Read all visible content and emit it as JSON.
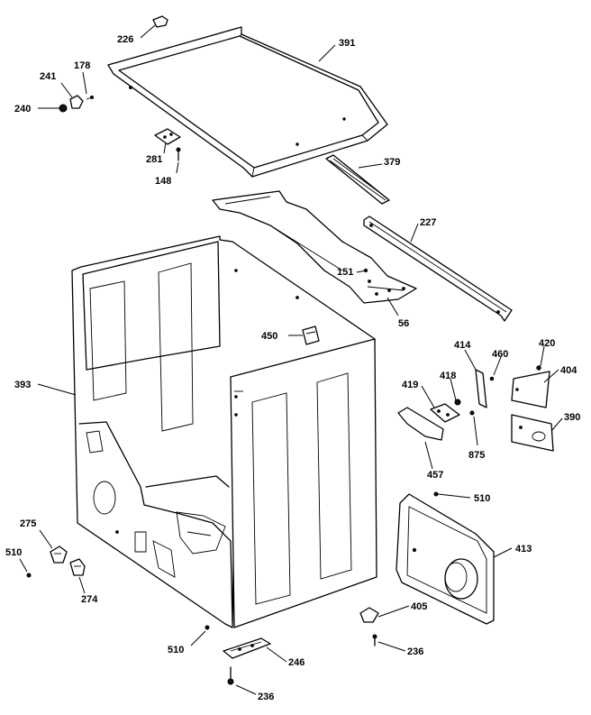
{
  "labels": [
    {
      "id": "p226a",
      "text": "226"
    },
    {
      "id": "p391",
      "text": "391"
    },
    {
      "id": "p178",
      "text": "178"
    },
    {
      "id": "p241",
      "text": "241"
    },
    {
      "id": "p240",
      "text": "240"
    },
    {
      "id": "p281",
      "text": "281"
    },
    {
      "id": "p148",
      "text": "148"
    },
    {
      "id": "p379",
      "text": "379"
    },
    {
      "id": "p227",
      "text": "227"
    },
    {
      "id": "p151",
      "text": "151"
    },
    {
      "id": "p56",
      "text": "56"
    },
    {
      "id": "p450",
      "text": "450"
    },
    {
      "id": "p393",
      "text": "393"
    },
    {
      "id": "p414",
      "text": "414"
    },
    {
      "id": "p460",
      "text": "460"
    },
    {
      "id": "p420",
      "text": "420"
    },
    {
      "id": "p404",
      "text": "404"
    },
    {
      "id": "p418",
      "text": "418"
    },
    {
      "id": "p419",
      "text": "419"
    },
    {
      "id": "p390",
      "text": "390"
    },
    {
      "id": "p875",
      "text": "875"
    },
    {
      "id": "p457",
      "text": "457"
    },
    {
      "id": "p510a",
      "text": "510"
    },
    {
      "id": "p275",
      "text": "275"
    },
    {
      "id": "p510b",
      "text": "510"
    },
    {
      "id": "p274",
      "text": "274"
    },
    {
      "id": "p413",
      "text": "413"
    },
    {
      "id": "p405",
      "text": "405"
    },
    {
      "id": "p510c",
      "text": "510"
    },
    {
      "id": "p236a",
      "text": "236"
    },
    {
      "id": "p246",
      "text": "246"
    },
    {
      "id": "p236b",
      "text": "236"
    }
  ]
}
